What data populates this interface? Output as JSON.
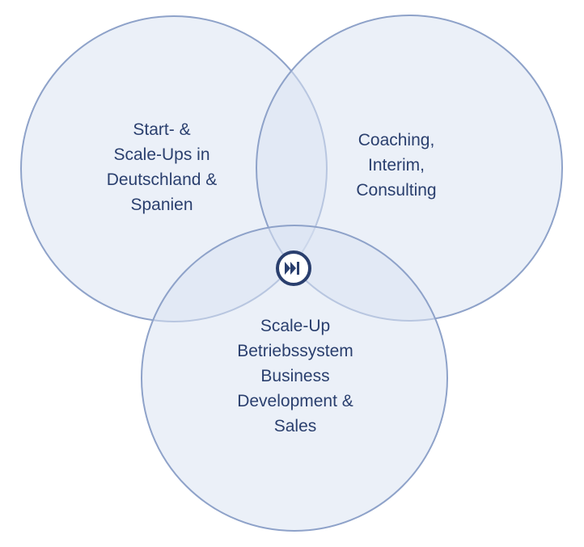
{
  "diagram": {
    "circle_left_label": "Start- &\nScale-Ups in\nDeutschland &\nSpanien",
    "circle_right_label": "Coaching,\nInterim,\nConsulting",
    "circle_bottom_label": "Scale-Up\nBetriebssystem\nBusiness\nDevelopment &\nSales",
    "center_icon": "fast-forward-icon",
    "colors": {
      "circle_fill": "#dbe3f2",
      "circle_stroke": "#8ea2c9",
      "text": "#2a3f6e",
      "icon": "#2a3f6e"
    }
  }
}
